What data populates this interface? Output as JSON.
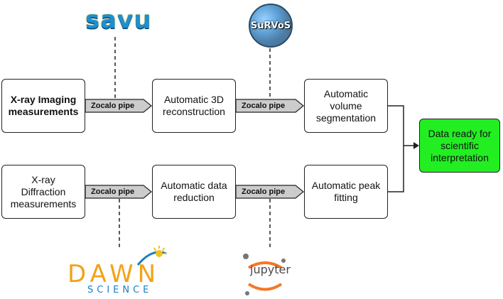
{
  "logos": {
    "savu": "savu",
    "survos": "SuRVoS",
    "dawn": "DAWN",
    "dawn_sub": "SCIENCE",
    "jupyter": "jupyter"
  },
  "boxes": {
    "xray_imaging": "X-ray Imaging\nmeasurements",
    "auto_3d": "Automatic 3D\nreconstruction",
    "auto_volume": "Automatic\nvolume\nsegmentation",
    "xray_diffraction": "X-ray Diffraction\nmeasurements",
    "auto_data": "Automatic data\nreduction",
    "auto_peak": "Automatic peak\nfitting",
    "final": "Data ready for\nscientific\ninterpretation"
  },
  "pipes": {
    "label": "Zocalo pipe"
  },
  "colors": {
    "final_box": "#22ee22",
    "pipe_fill": "#cccccc",
    "savu_blue": "#1f8fcf",
    "dawn_orange": "#f2a21a",
    "jupyter_orange": "#f37726"
  }
}
